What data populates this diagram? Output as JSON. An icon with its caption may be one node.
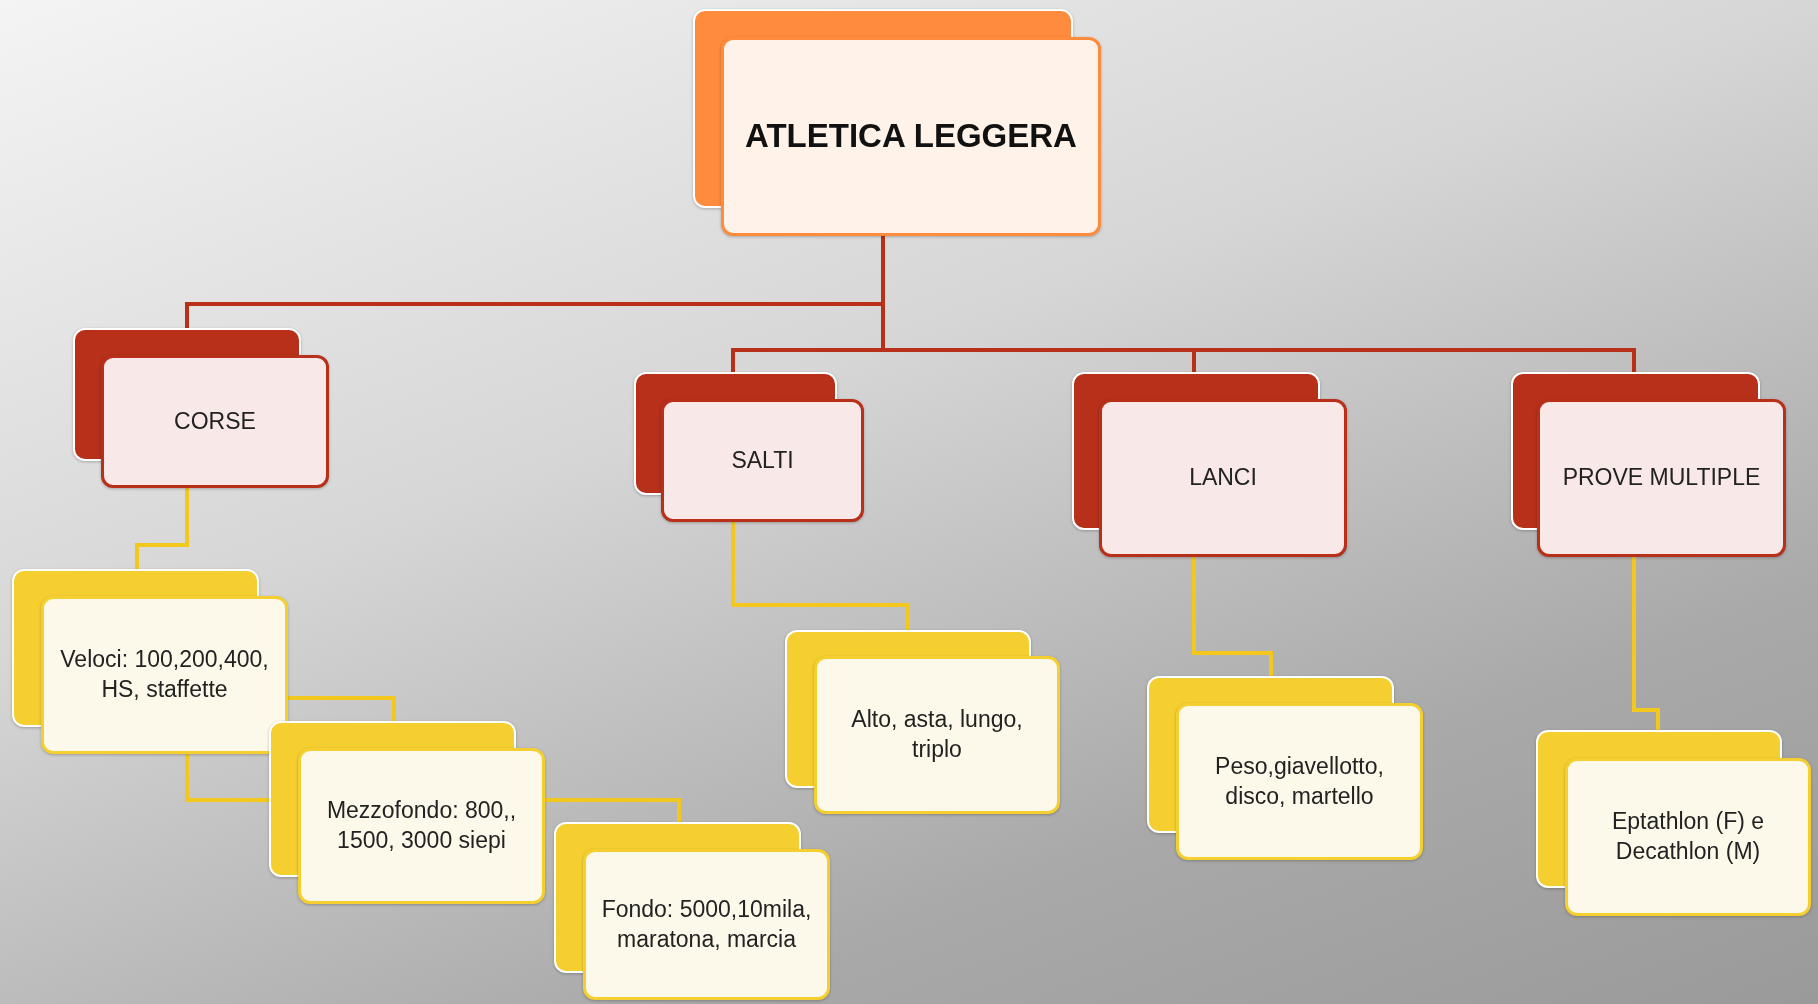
{
  "diagram": {
    "nodes": [
      {
        "text": [
          "ATLETICA LEGGERA"
        ]
      },
      {
        "text": [
          "CORSE"
        ]
      },
      {
        "text": [
          "SALTI"
        ]
      },
      {
        "text": [
          "LANCI"
        ]
      },
      {
        "text": [
          "PROVE MULTIPLE"
        ]
      },
      {
        "text": [
          "Veloci: 100,200,400, HS, staffette"
        ]
      },
      {
        "text": [
          "Mezzofondo: 800,, 1500, 3000 siepi"
        ]
      },
      {
        "text": [
          "Fondo: 5000,10mila, maratona, marcia"
        ]
      },
      {
        "text": [
          "Alto, asta, lungo, triplo"
        ]
      },
      {
        "text": [
          "Peso,giavellotto, disco, martello"
        ]
      },
      {
        "text": [
          "Eptathlon (F) e Decathlon (M)"
        ]
      }
    ],
    "edges": [
      {
        "from": 0,
        "to": 1,
        "arrow": "none",
        "color": "#b83019"
      },
      {
        "from": 0,
        "to": 2,
        "arrow": "none",
        "color": "#b83019"
      },
      {
        "from": 0,
        "to": 3,
        "arrow": "none",
        "color": "#b83019"
      },
      {
        "from": 0,
        "to": 4,
        "arrow": "none",
        "color": "#b83019"
      },
      {
        "from": 1,
        "to": 5,
        "arrow": "none"
      },
      {
        "from": 5,
        "to": 6,
        "arrow": "none"
      },
      {
        "from": 5,
        "to": 6,
        "arrow": "none"
      },
      {
        "from": 6,
        "to": 7,
        "arrow": "none"
      },
      {
        "from": 2,
        "to": 8,
        "arrow": "none"
      },
      {
        "from": 3,
        "to": 9,
        "arrow": "none"
      },
      {
        "from": 4,
        "to": 10,
        "arrow": "none"
      }
    ]
  }
}
